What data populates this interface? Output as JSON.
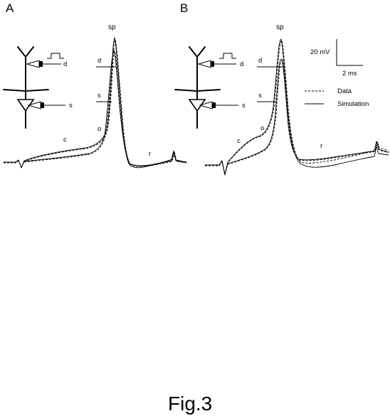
{
  "panels": [
    {
      "letter": "A",
      "labels": {
        "sp": "sp",
        "d": "d",
        "s": "s",
        "c": "c",
        "o": "o",
        "r": "r"
      },
      "electrode_labels": {
        "dendrite": "d",
        "soma": "s"
      }
    },
    {
      "letter": "B",
      "labels": {
        "sp": "sp",
        "d": "d",
        "s": "s",
        "c": "c",
        "o": "o",
        "r": "r"
      },
      "electrode_labels": {
        "dendrite": "d",
        "soma": "s"
      }
    }
  ],
  "scale_bar": {
    "voltage": "20 mV",
    "time": "2 ms"
  },
  "legend": [
    {
      "label": "Data",
      "style": "dashed"
    },
    {
      "label": "Simulation",
      "style": "solid"
    }
  ],
  "caption": "Fig.3"
}
